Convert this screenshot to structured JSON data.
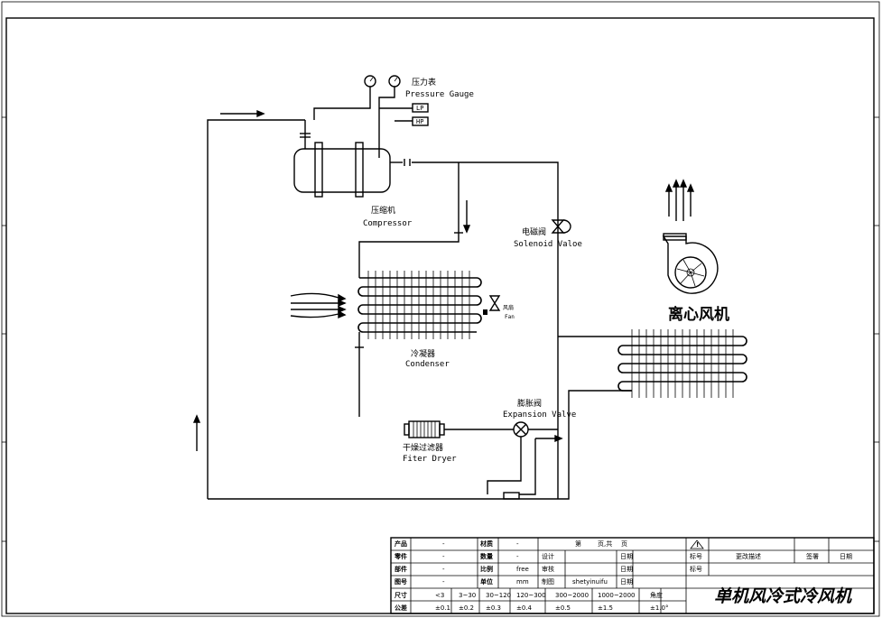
{
  "labels": {
    "pressure_gauge_cn": "压力表",
    "pressure_gauge_en": "Pressure Gauge",
    "lp": "LP",
    "hp": "HP",
    "compressor_cn": "压缩机",
    "compressor_en": "Compressor",
    "solenoid_cn": "电磁阀",
    "solenoid_en": "Solenoid Valoe",
    "fan_cn": "风扇",
    "fan_en": "Fan",
    "condenser_cn": "冷凝器",
    "condenser_en": "Condenser",
    "expansion_cn": "膨胀阀",
    "expansion_en": "Expansion Valve",
    "dryer_cn": "干燥过滤器",
    "dryer_en": "Fiter Dryer",
    "blower_cn": "离心风机"
  },
  "title_block": {
    "title": "单机风冷式冷风机",
    "rows": [
      [
        "产品",
        "-",
        "材质",
        "-",
        "第",
        "页,共",
        "页"
      ],
      [
        "零件",
        "-",
        "数量",
        "-",
        "设计",
        "",
        "日期"
      ],
      [
        "部件",
        "-",
        "比例",
        "free",
        "审核",
        "",
        "日期"
      ],
      [
        "图号",
        "-",
        "单位",
        "mm",
        "制图",
        "shetyinuifu",
        "日期"
      ]
    ],
    "dim_header": [
      "尺寸",
      "<3",
      "3~30",
      "30~120",
      "120~300",
      "300~2000",
      "1000~2000",
      "角度"
    ],
    "tol_row": [
      "公差",
      "±0.1",
      "±0.2",
      "±0.3",
      "±0.4",
      "±0.5",
      "±1.5",
      "±1.0°"
    ],
    "rev_headers": [
      "标号",
      "更改描述",
      "签署",
      "日期"
    ],
    "rev_row2": "标号",
    "warning_symbol": "!"
  }
}
